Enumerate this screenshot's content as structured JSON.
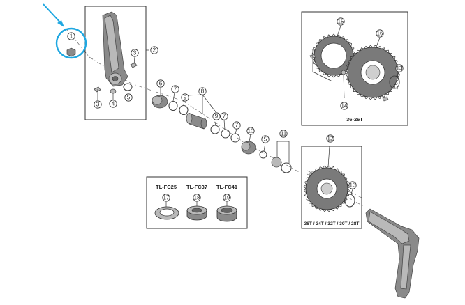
{
  "parts": [
    {
      "number": "1"
    },
    {
      "number": "2"
    },
    {
      "number": "3"
    },
    {
      "number": "3"
    },
    {
      "number": "4"
    },
    {
      "number": "5"
    },
    {
      "number": "6"
    },
    {
      "number": "7"
    },
    {
      "number": "8"
    },
    {
      "number": "9"
    },
    {
      "number": "9"
    },
    {
      "number": "7"
    },
    {
      "number": "7"
    },
    {
      "number": "10"
    },
    {
      "number": "5"
    },
    {
      "number": "11"
    },
    {
      "number": "12"
    },
    {
      "number": "13"
    },
    {
      "number": "13"
    },
    {
      "number": "14"
    },
    {
      "number": "15"
    },
    {
      "number": "16"
    },
    {
      "number": "17"
    },
    {
      "number": "18"
    },
    {
      "number": "19"
    }
  ],
  "labels": {
    "chainring_set_top": "36-26T",
    "chainring_set_bottom": "36T / 34T / 32T / 30T / 28T",
    "tool_1": "TL-FC25",
    "tool_2": "TL-FC37",
    "tool_3": "TL-FC41"
  },
  "highlight": {
    "color": "#1ea7e1",
    "target_part": "1"
  },
  "colors": {
    "line": "#333333",
    "part_fill": "#8a8a8a",
    "part_light": "#b9b9b9"
  }
}
